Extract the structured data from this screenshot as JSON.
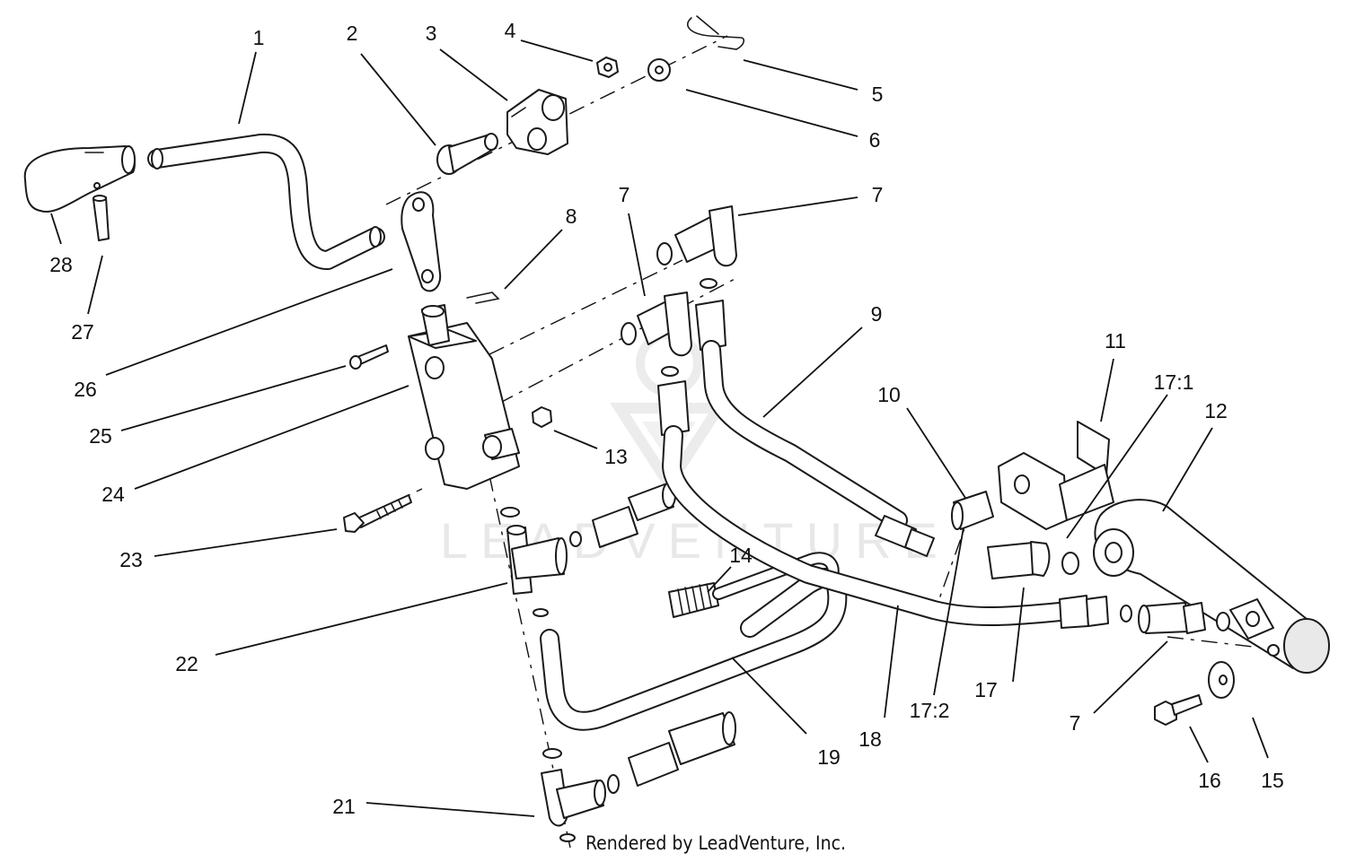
{
  "diagram": {
    "credit": "Rendered by LeadVenture, Inc.",
    "watermark": "LEADVENTURE",
    "callouts": [
      {
        "id": "c1",
        "text": "1"
      },
      {
        "id": "c2",
        "text": "2"
      },
      {
        "id": "c3",
        "text": "3"
      },
      {
        "id": "c4",
        "text": "4"
      },
      {
        "id": "c5",
        "text": "5"
      },
      {
        "id": "c6",
        "text": "6"
      },
      {
        "id": "c7a",
        "text": "7"
      },
      {
        "id": "c7b",
        "text": "7"
      },
      {
        "id": "c7c",
        "text": "7"
      },
      {
        "id": "c8",
        "text": "8"
      },
      {
        "id": "c9",
        "text": "9"
      },
      {
        "id": "c10",
        "text": "10"
      },
      {
        "id": "c11",
        "text": "11"
      },
      {
        "id": "c12",
        "text": "12"
      },
      {
        "id": "c13",
        "text": "13"
      },
      {
        "id": "c14",
        "text": "14"
      },
      {
        "id": "c15",
        "text": "15"
      },
      {
        "id": "c16",
        "text": "16"
      },
      {
        "id": "c17",
        "text": "17"
      },
      {
        "id": "c17_1",
        "text": "17:1"
      },
      {
        "id": "c17_2",
        "text": "17:2"
      },
      {
        "id": "c18",
        "text": "18"
      },
      {
        "id": "c19",
        "text": "19"
      },
      {
        "id": "c21",
        "text": "21"
      },
      {
        "id": "c22",
        "text": "22"
      },
      {
        "id": "c23",
        "text": "23"
      },
      {
        "id": "c24",
        "text": "24"
      },
      {
        "id": "c25",
        "text": "25"
      },
      {
        "id": "c26",
        "text": "26"
      },
      {
        "id": "c27",
        "text": "27"
      },
      {
        "id": "c28",
        "text": "28"
      }
    ]
  }
}
